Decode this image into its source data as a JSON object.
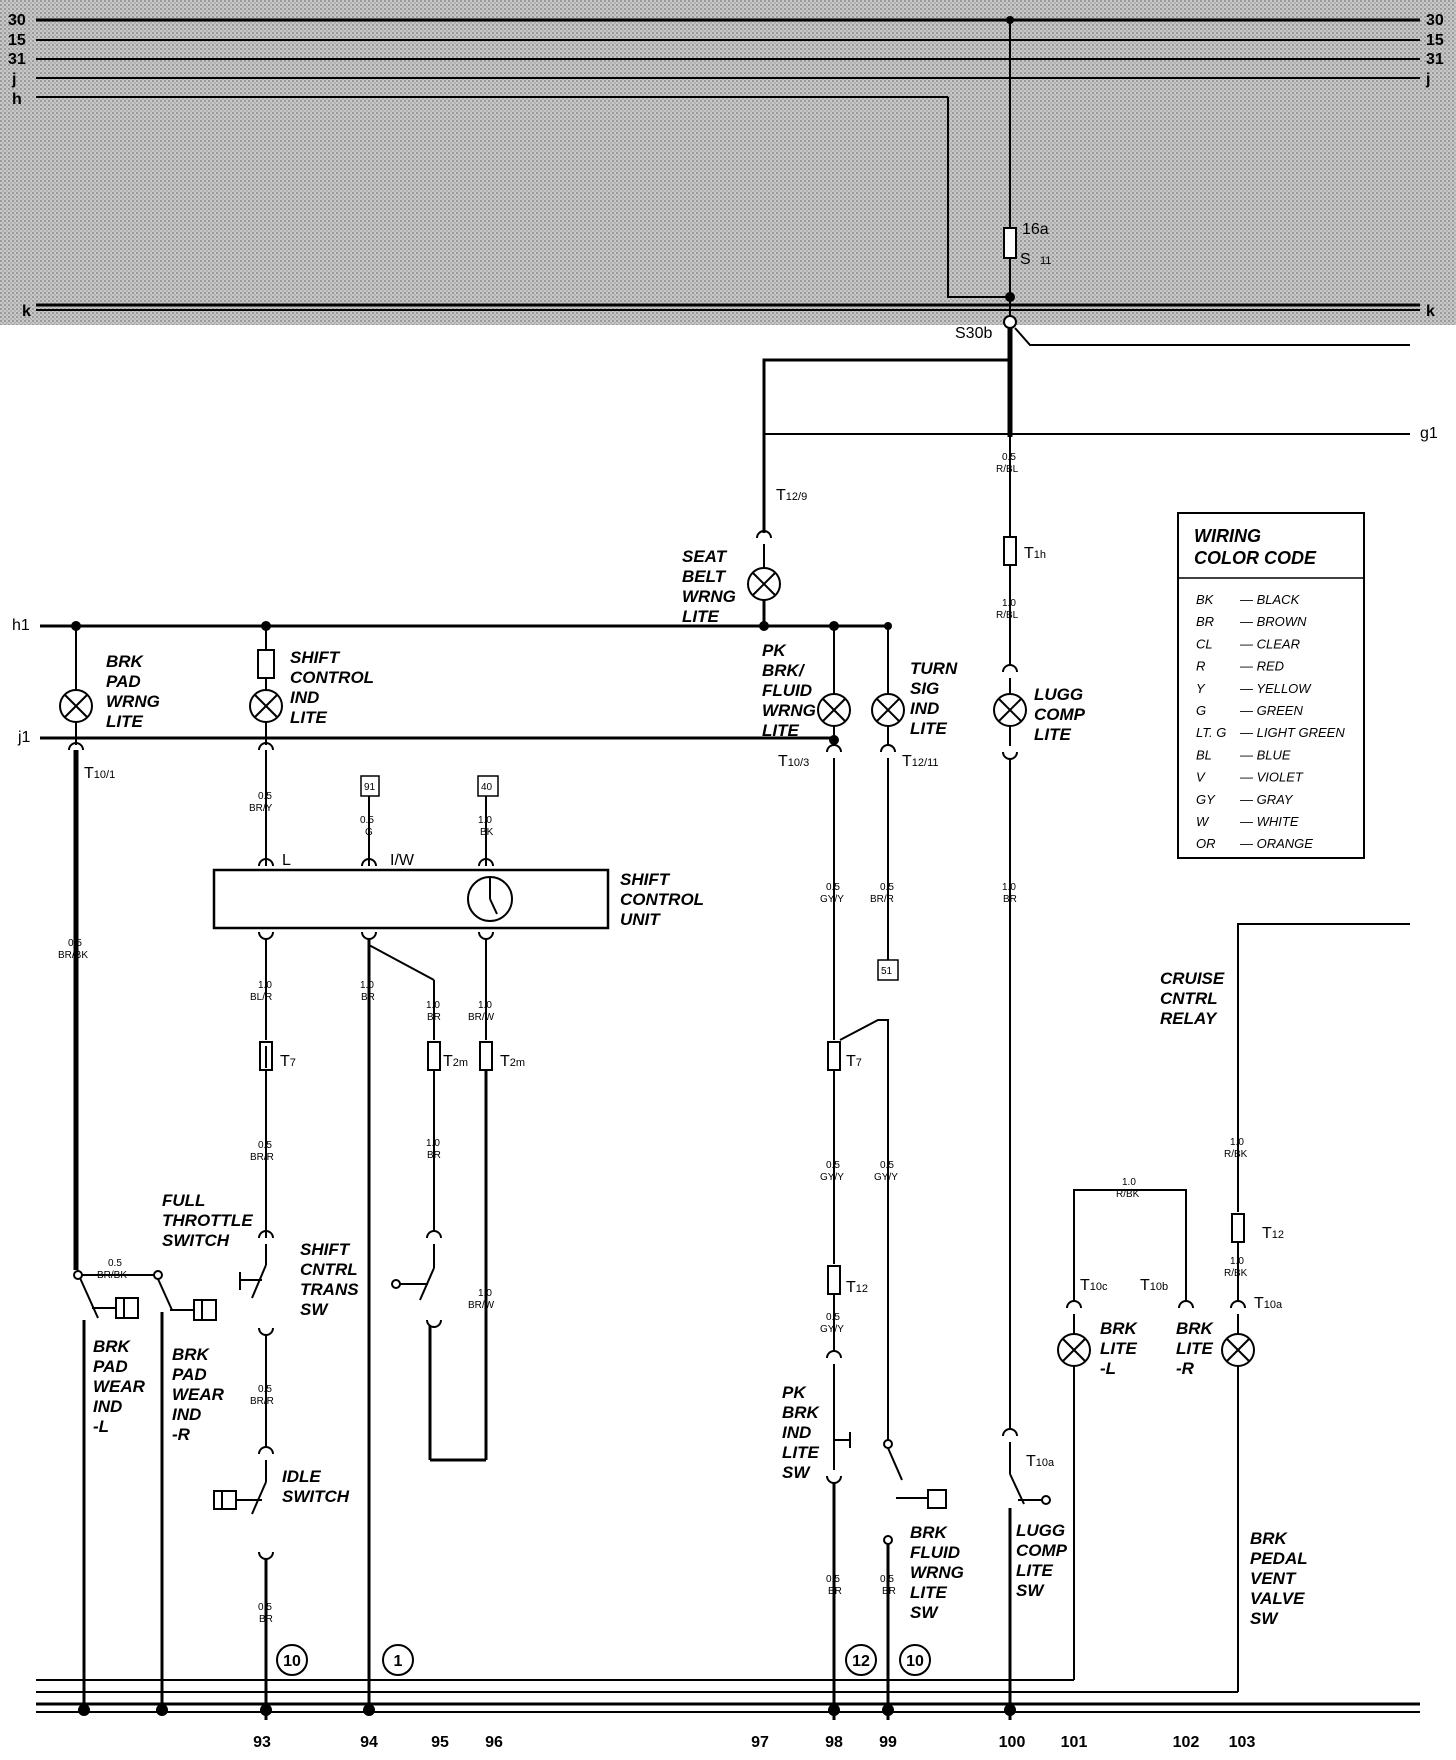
{
  "header_rails": {
    "left": [
      "30",
      "15",
      "31",
      "j",
      "h",
      "k"
    ],
    "right": [
      "30",
      "15",
      "31",
      "j",
      "k"
    ]
  },
  "fuse": {
    "rating": "16a",
    "label": "S",
    "sub": "11"
  },
  "splice": "S30b",
  "g1": "g1",
  "h1": "h1",
  "j1": "j1",
  "components": {
    "brk_pad_wrng_lite": [
      "BRK",
      "PAD",
      "WRNG",
      "LITE"
    ],
    "shift_control_ind_lite": [
      "SHIFT",
      "CONTROL",
      "IND",
      "LITE"
    ],
    "seat_belt_wrng_lite": [
      "SEAT",
      "BELT",
      "WRNG",
      "LITE"
    ],
    "pk_brk_fluid_wrng_lite": [
      "PK",
      "BRK/",
      "FLUID",
      "WRNG",
      "LITE"
    ],
    "turn_sig_ind_lite": [
      "TURN",
      "SIG",
      "IND",
      "LITE"
    ],
    "lugg_comp_lite": [
      "LUGG",
      "COMP",
      "LITE"
    ],
    "shift_control_unit": [
      "SHIFT",
      "CONTROL",
      "UNIT"
    ],
    "full_throttle_switch": [
      "FULL",
      "THROTTLE",
      "SWITCH"
    ],
    "shift_cntrl_trans_sw": [
      "SHIFT",
      "CNTRL",
      "TRANS",
      "SW"
    ],
    "idle_switch": [
      "IDLE",
      "SWITCH"
    ],
    "brk_pad_wear_ind_l": [
      "BRK",
      "PAD",
      "WEAR",
      "IND",
      "-L"
    ],
    "brk_pad_wear_ind_r": [
      "BRK",
      "PAD",
      "WEAR",
      "IND",
      "-R"
    ],
    "pk_brk_ind_lite_sw": [
      "PK",
      "BRK",
      "IND",
      "LITE",
      "SW"
    ],
    "brk_fluid_wrng_lite_sw": [
      "BRK",
      "FLUID",
      "WRNG",
      "LITE",
      "SW"
    ],
    "lugg_comp_lite_sw": [
      "LUGG",
      "COMP",
      "LITE",
      "SW"
    ],
    "cruise_cntrl_relay": [
      "CRUISE",
      "CNTRL",
      "RELAY"
    ],
    "brk_lite_l": [
      "BRK",
      "LITE",
      "-L"
    ],
    "brk_lite_r": [
      "BRK",
      "LITE",
      "-R"
    ],
    "brk_pedal_vent_valve_sw": [
      "BRK",
      "PEDAL",
      "VENT",
      "VALVE",
      "SW"
    ]
  },
  "terminals": {
    "t12_9": {
      "main": "T",
      "sub": "12/9"
    },
    "t1h": {
      "main": "T",
      "sub": "1h"
    },
    "t10_1": {
      "main": "T",
      "sub": "10/1"
    },
    "t10_3": {
      "main": "T",
      "sub": "10/3"
    },
    "t12_11": {
      "main": "T",
      "sub": "12/11"
    },
    "t7_a": {
      "main": "T",
      "sub": "7"
    },
    "t2m_a": {
      "main": "T",
      "sub": "2m"
    },
    "t2m_b": {
      "main": "T",
      "sub": "2m"
    },
    "t7_b": {
      "main": "T",
      "sub": "7"
    },
    "t12_a": {
      "main": "T",
      "sub": "12"
    },
    "t12_b": {
      "main": "T",
      "sub": "12"
    },
    "t10c": {
      "main": "T",
      "sub": "10c"
    },
    "t10b": {
      "main": "T",
      "sub": "10b"
    },
    "t10a_a": {
      "main": "T",
      "sub": "10a"
    },
    "t10a_b": {
      "main": "T",
      "sub": "10a"
    }
  },
  "pins": {
    "L": "L",
    "IW": "I/W"
  },
  "refs": {
    "r91": "91",
    "r40": "40",
    "r51": "51"
  },
  "grounds": {
    "g10a": "10",
    "g1": "1",
    "g12": "12",
    "g10b": "10"
  },
  "wires": [
    [
      "0.5",
      "R/BL"
    ],
    [
      "1.0",
      "R/BL"
    ],
    [
      "1.0",
      "BR"
    ],
    [
      "0.5",
      "BR/Y"
    ],
    [
      "0.5",
      "G"
    ],
    [
      "1.0",
      "BK"
    ],
    [
      "1.0",
      "BL/R"
    ],
    [
      "1.0",
      "BR"
    ],
    [
      "1.0",
      "BR"
    ],
    [
      "1.0",
      "BR/W"
    ],
    [
      "0.5",
      "BR/R"
    ],
    [
      "1.0",
      "BR"
    ],
    [
      "0.5",
      "BR/R"
    ],
    [
      "0.5",
      "BR"
    ],
    [
      "1.0",
      "BR/W"
    ],
    [
      "0.5",
      "BR/BK"
    ],
    [
      "0.5",
      "BR/BK"
    ],
    [
      "0.5",
      "GY/Y"
    ],
    [
      "0.5",
      "BR/R"
    ],
    [
      "0.5",
      "GY/Y"
    ],
    [
      "0.5",
      "GY/Y"
    ],
    [
      "0.5",
      "GY/Y"
    ],
    [
      "0.5",
      "BR"
    ],
    [
      "0.5",
      "BR"
    ],
    [
      "1.0",
      "R/BK"
    ],
    [
      "1.0",
      "R/BK"
    ],
    [
      "1.0",
      "R/BK"
    ]
  ],
  "legend": {
    "title": [
      "WIRING",
      "COLOR CODE"
    ],
    "rows": [
      [
        "BK",
        "— BLACK"
      ],
      [
        "BR",
        "— BROWN"
      ],
      [
        "CL",
        "— CLEAR"
      ],
      [
        "R",
        "— RED"
      ],
      [
        "Y",
        "— YELLOW"
      ],
      [
        "G",
        "— GREEN"
      ],
      [
        "LT. G",
        "— LIGHT GREEN"
      ],
      [
        "BL",
        "— BLUE"
      ],
      [
        "V",
        "— VIOLET"
      ],
      [
        "GY",
        "— GRAY"
      ],
      [
        "W",
        "— WHITE"
      ],
      [
        "OR",
        "— ORANGE"
      ]
    ]
  },
  "grid_numbers": [
    "93",
    "94",
    "95",
    "96",
    "97",
    "98",
    "99",
    "100",
    "101",
    "102",
    "103"
  ]
}
